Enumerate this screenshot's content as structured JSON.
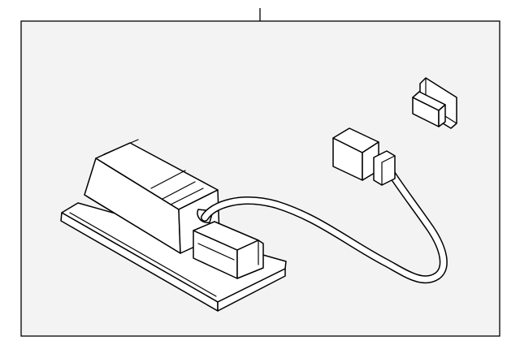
{
  "diagram": {
    "style": "black-line-art",
    "background_color": "#ffffff",
    "frame_fill_color": "#f3f3f3",
    "line_color": "#000000",
    "part_fill_color": "#ffffff",
    "parts": [
      {
        "id": "lamp-housing"
      },
      {
        "id": "wire-harness"
      },
      {
        "id": "harness-connector"
      },
      {
        "id": "bulb-socket"
      }
    ]
  }
}
